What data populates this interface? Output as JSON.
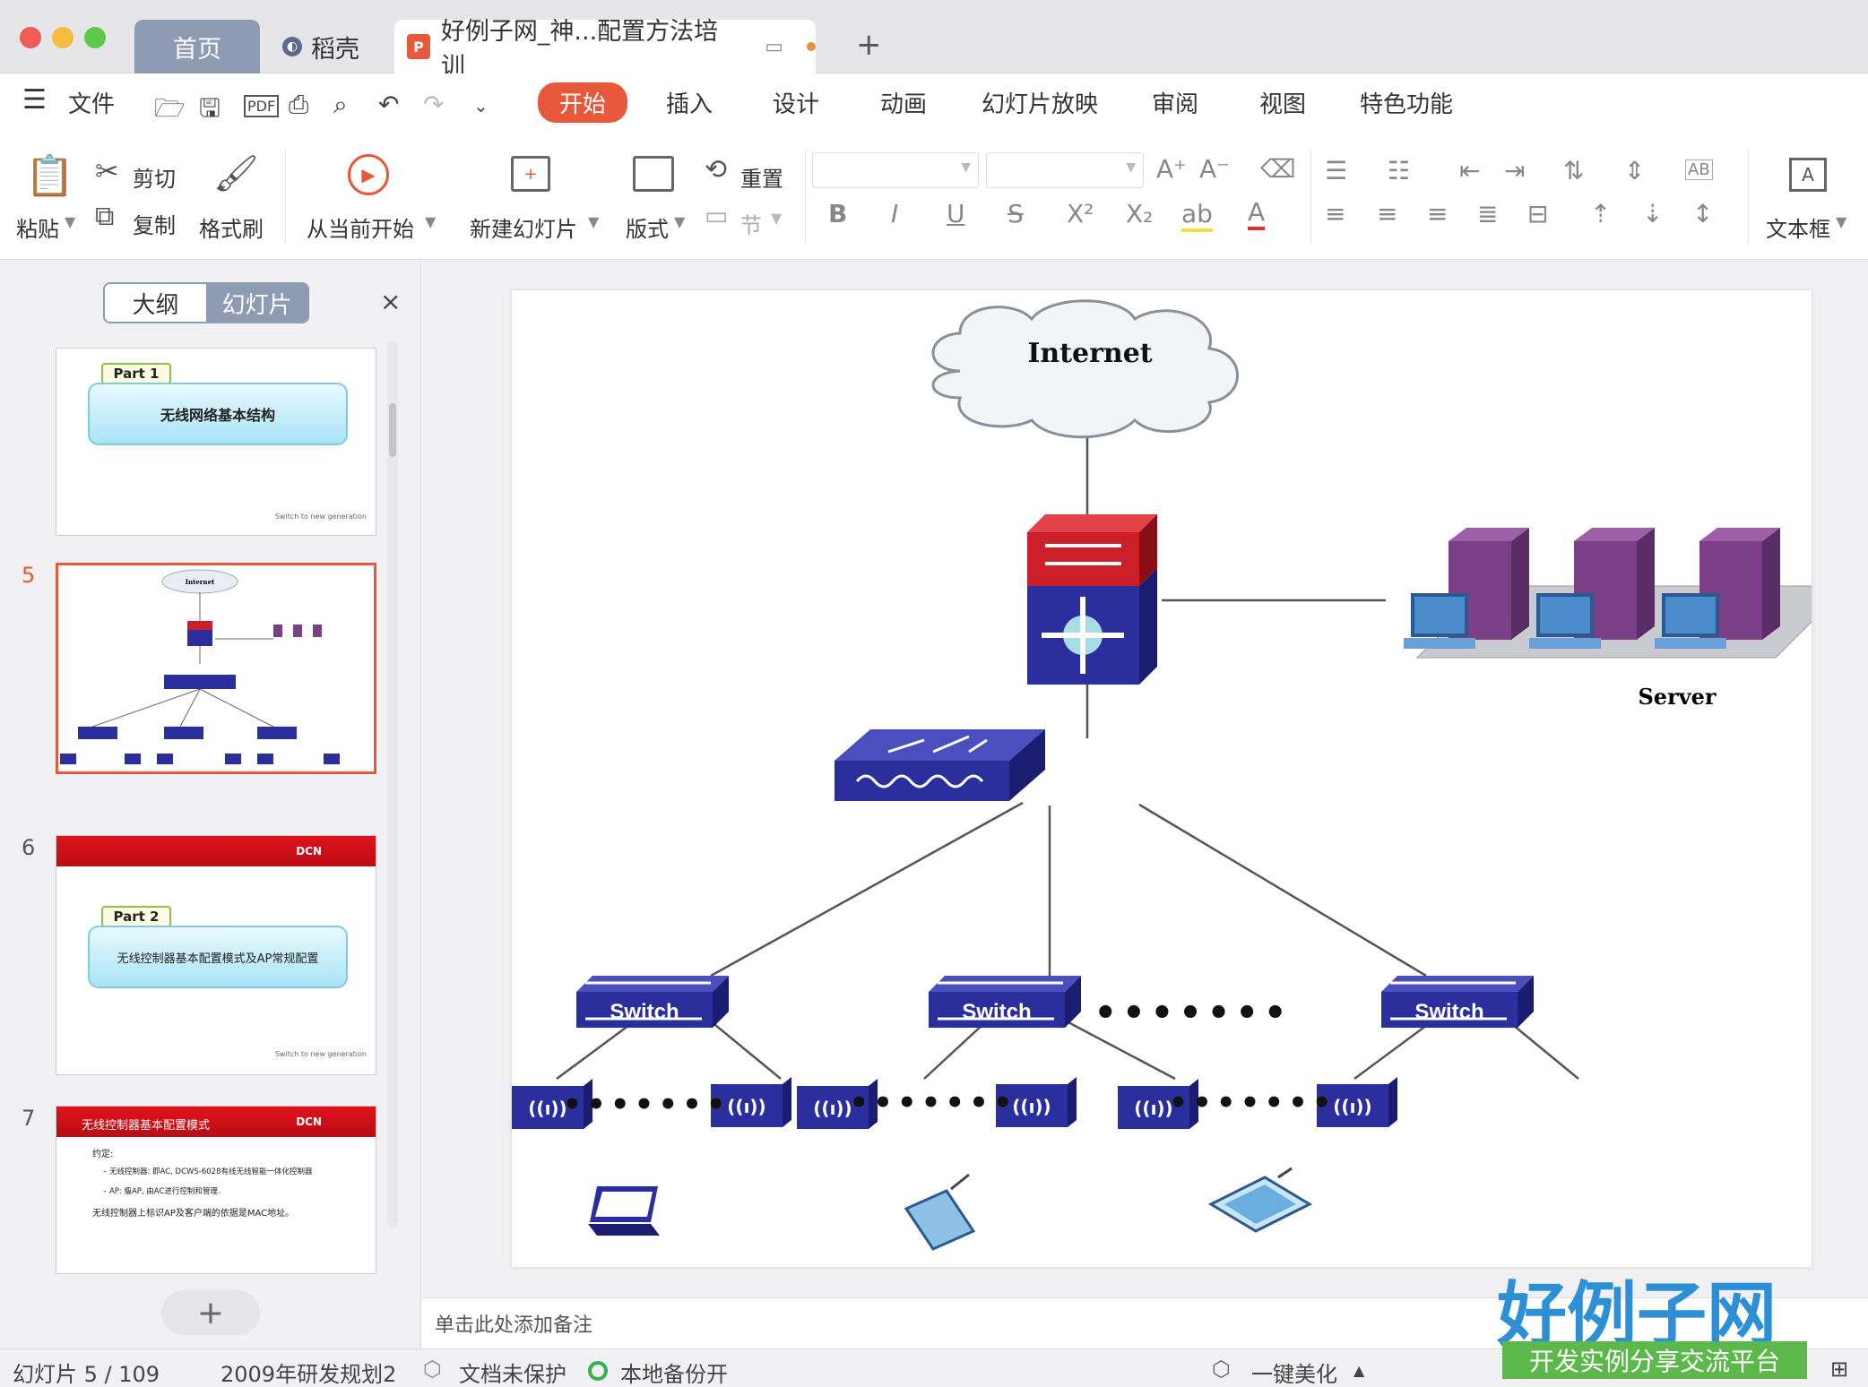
{
  "titlebar": {
    "tabs": [
      {
        "label": "首页"
      },
      {
        "label": "稻壳"
      },
      {
        "label": "好例子网_神...配置方法培训"
      }
    ],
    "new_tab": "+"
  },
  "menu": {
    "file": "文件",
    "items": [
      "开始",
      "插入",
      "设计",
      "动画",
      "幻灯片放映",
      "审阅",
      "视图",
      "特色功能"
    ]
  },
  "ribbon": {
    "paste": "粘贴",
    "cut": "剪切",
    "copy": "复制",
    "format_painter": "格式刷",
    "play_from_current": "从当前开始",
    "new_slide": "新建幻灯片",
    "layout": "版式",
    "reset": "重置",
    "section": "节",
    "text_box": "文本框"
  },
  "left_panel": {
    "tab_outline": "大纲",
    "tab_slides": "幻灯片",
    "close": "×",
    "add": "+",
    "slides": [
      {
        "number": "",
        "part_tag": "Part  1",
        "title": "无线网络基本结构",
        "footer": "Switch to new generation"
      },
      {
        "number": "5",
        "mini_label": "Internet"
      },
      {
        "number": "6",
        "part_tag": "Part  2",
        "title": "无线控制器基本配置模式及AP常规配置",
        "footer": "Switch to new generation",
        "brand": "DCN"
      },
      {
        "number": "7",
        "header": "无线控制器基本配置模式",
        "brand": "DCN",
        "bullets": [
          "约定:",
          "– 无线控制器: 即AC, DCWS-6028有线无线智能一体化控制器",
          "– AP: 瘦AP, 由AC进行控制和管理.",
          "无线控制器上标识AP及客户端的依据是MAC地址。"
        ]
      }
    ]
  },
  "slide": {
    "internet_label": "Internet",
    "server_label": "Server",
    "switch_label": "Switch",
    "ellipsis": "•••••••"
  },
  "notes_placeholder": "单击此处添加备注",
  "status": {
    "slide_counter": "幻灯片 5 / 109",
    "theme": "2009年研发规划2",
    "protection": "文档未保护",
    "backup": "本地备份开",
    "beautify": "一键美化"
  },
  "watermark": {
    "brand": "好例子网",
    "tagline": "开发实例分享交流平台"
  },
  "colors": {
    "accent": "#e8583a",
    "tab_active": "#8e9bb3",
    "switch_blue": "#2b2f9e",
    "router_red": "#cc1f2a",
    "server_purple": "#7a3f86"
  }
}
